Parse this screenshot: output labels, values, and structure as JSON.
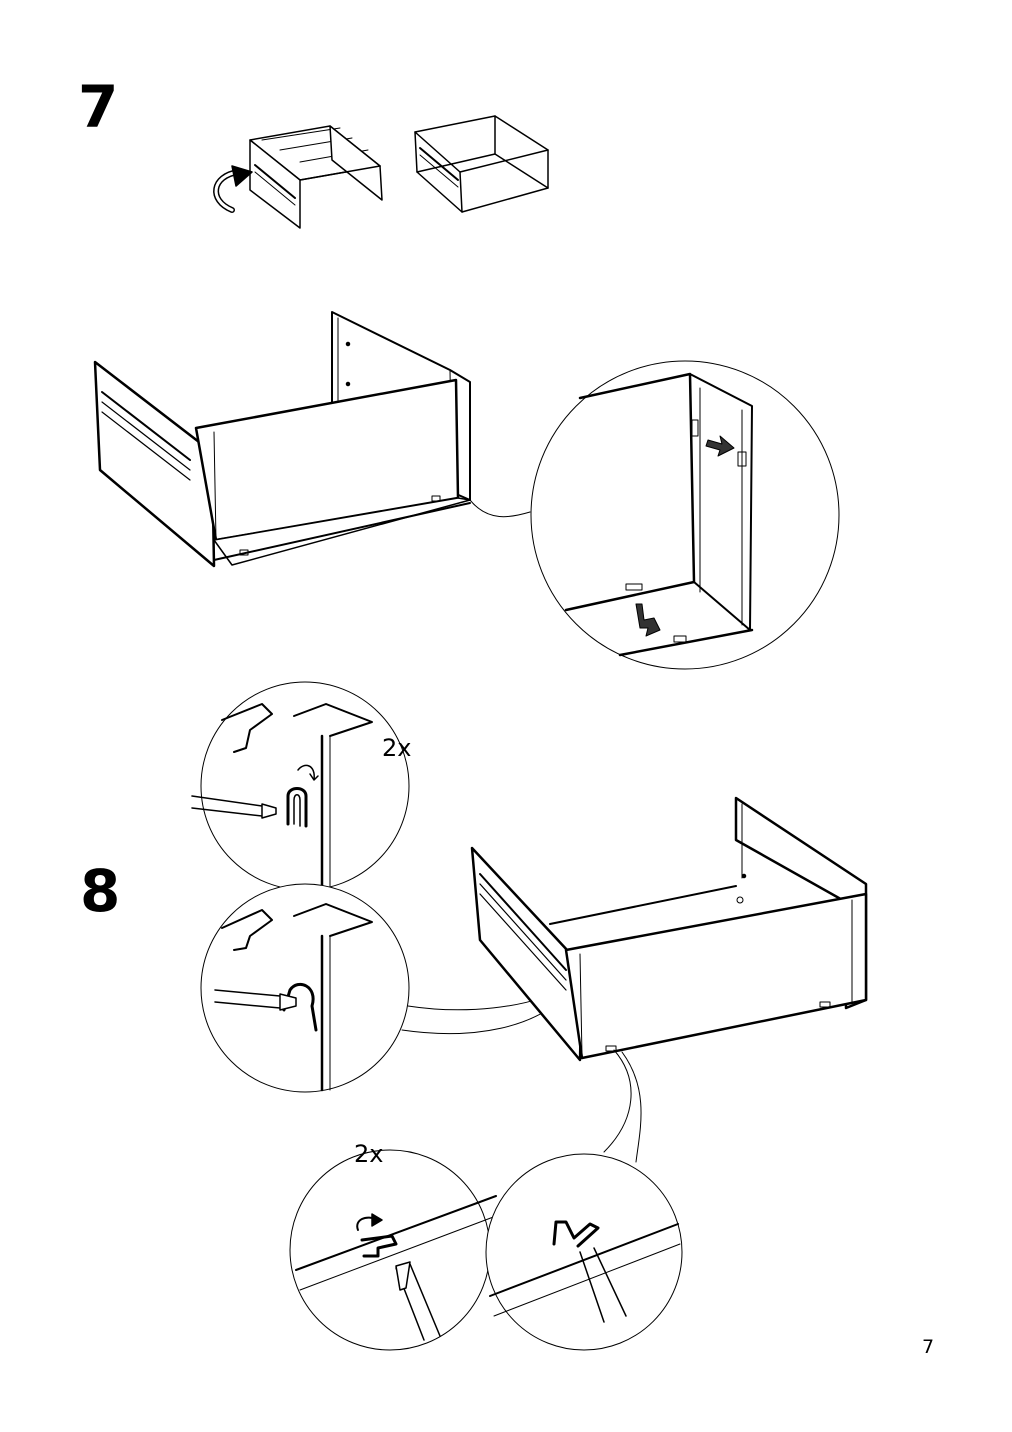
{
  "steps": [
    {
      "number": "7"
    },
    {
      "number": "8"
    }
  ],
  "quantities": {
    "screw_detail": "2x",
    "clip_detail": "2x"
  },
  "page_number": "7"
}
